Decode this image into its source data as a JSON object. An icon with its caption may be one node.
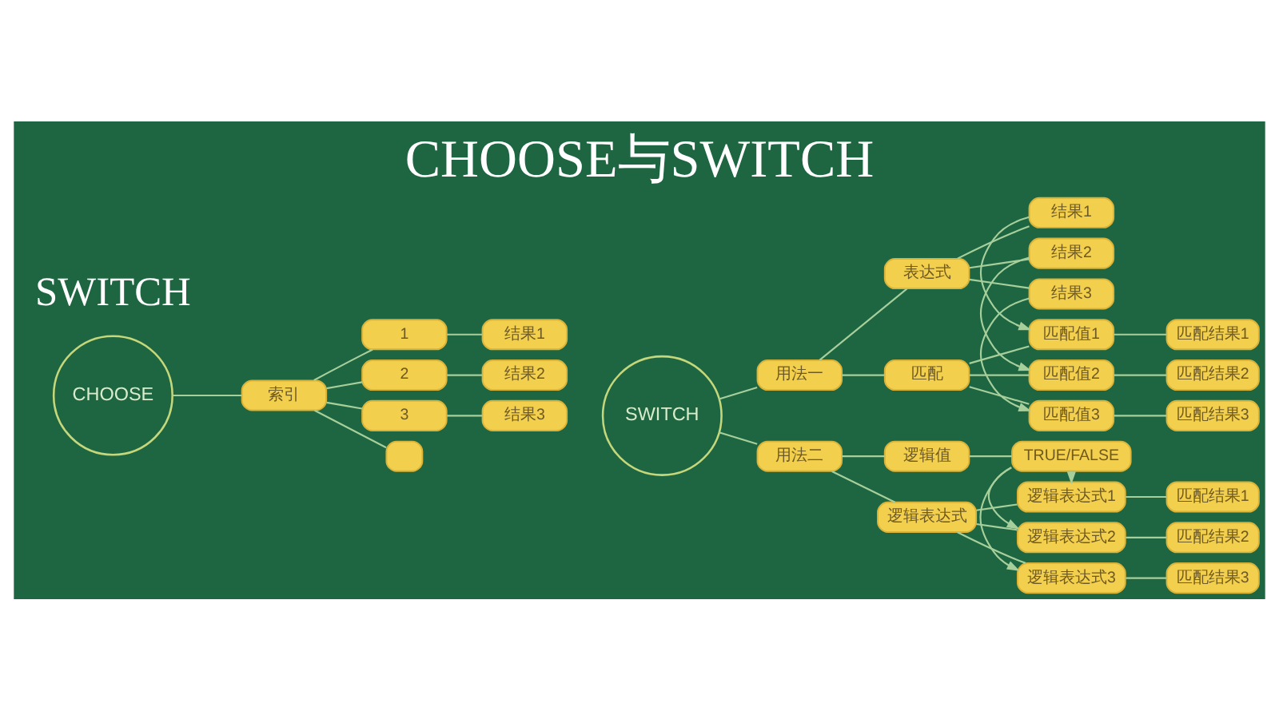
{
  "diagram": {
    "title": "CHOOSE与SWITCH",
    "nodes": [
      {
        "text": [
          "CHOOSE"
        ]
      },
      {
        "text": [
          "索引"
        ]
      },
      {
        "text": [
          "1"
        ]
      },
      {
        "text": [
          "2"
        ]
      },
      {
        "text": [
          "3"
        ]
      },
      {
        "text": [],
        "shape": "box"
      },
      {
        "text": [
          "结果1"
        ]
      },
      {
        "text": [
          "结果2"
        ]
      },
      {
        "text": [
          "结果3"
        ]
      },
      {
        "text": [
          "SWITCH"
        ]
      },
      {
        "text": [
          "用法一"
        ]
      },
      {
        "text": [
          "表达式"
        ]
      },
      {
        "text": [
          "匹配"
        ]
      },
      {
        "text": [
          "结果1"
        ]
      },
      {
        "text": [
          "结果2"
        ]
      },
      {
        "text": [
          "结果3"
        ]
      },
      {
        "text": [
          "匹配值1"
        ]
      },
      {
        "text": [
          "匹配值2"
        ]
      },
      {
        "text": [
          "匹配值3"
        ]
      },
      {
        "text": [
          "匹配结果1"
        ]
      },
      {
        "text": [
          "匹配结果2"
        ]
      },
      {
        "text": [
          "匹配结果3"
        ]
      },
      {
        "text": [
          "用法二"
        ]
      },
      {
        "text": [
          "逻辑值"
        ]
      },
      {
        "text": [
          "逻辑表达式"
        ]
      },
      {
        "text": [
          "TRUE/FALSE"
        ]
      },
      {
        "text": [
          "逻辑表达式1"
        ]
      },
      {
        "text": [
          "逻辑表达式2"
        ]
      },
      {
        "text": [
          "逻辑表达式3"
        ]
      },
      {
        "text": [
          "匹配结果1"
        ]
      },
      {
        "text": [
          "匹配结果2"
        ]
      },
      {
        "text": [
          "匹配结果3"
        ]
      }
    ],
    "edges": [
      {
        "from": 0,
        "to": 1,
        "arrow": "none"
      },
      {
        "from": 1,
        "to": 2,
        "arrow": "none"
      },
      {
        "from": 1,
        "to": 3,
        "arrow": "none"
      },
      {
        "from": 1,
        "to": 4,
        "arrow": "none"
      },
      {
        "from": 1,
        "to": 5,
        "arrow": "none"
      },
      {
        "from": 2,
        "to": 6,
        "arrow": "none"
      },
      {
        "from": 3,
        "to": 7,
        "arrow": "none"
      },
      {
        "from": 4,
        "to": 8,
        "arrow": "none"
      },
      {
        "from": 9,
        "to": 10,
        "arrow": "none"
      },
      {
        "from": 9,
        "to": 22,
        "arrow": "none"
      },
      {
        "from": 10,
        "to": 11,
        "arrow": "none"
      },
      {
        "from": 10,
        "to": 12,
        "arrow": "none"
      },
      {
        "from": 11,
        "to": 13,
        "arrow": "none"
      },
      {
        "from": 11,
        "to": 14,
        "arrow": "none"
      },
      {
        "from": 11,
        "to": 15,
        "arrow": "none"
      },
      {
        "from": 12,
        "to": 16,
        "arrow": "none"
      },
      {
        "from": 12,
        "to": 17,
        "arrow": "none"
      },
      {
        "from": 12,
        "to": 18,
        "arrow": "none"
      },
      {
        "from": 16,
        "to": 19,
        "arrow": "none"
      },
      {
        "from": 17,
        "to": 20,
        "arrow": "none"
      },
      {
        "from": 18,
        "to": 21,
        "arrow": "none"
      },
      {
        "from": 13,
        "to": 16,
        "arrow": "to"
      },
      {
        "from": 14,
        "to": 17,
        "arrow": "to"
      },
      {
        "from": 15,
        "to": 18,
        "arrow": "to"
      },
      {
        "from": 22,
        "to": 23,
        "arrow": "none"
      },
      {
        "from": 22,
        "to": 24,
        "arrow": "none"
      },
      {
        "from": 23,
        "to": 25,
        "arrow": "none"
      },
      {
        "from": 24,
        "to": 26,
        "arrow": "none"
      },
      {
        "from": 24,
        "to": 27,
        "arrow": "none"
      },
      {
        "from": 24,
        "to": 28,
        "arrow": "none"
      },
      {
        "from": 26,
        "to": 29,
        "arrow": "none"
      },
      {
        "from": 27,
        "to": 30,
        "arrow": "none"
      },
      {
        "from": 28,
        "to": 31,
        "arrow": "none"
      },
      {
        "from": 25,
        "to": 26,
        "arrow": "to"
      },
      {
        "from": 25,
        "to": 27,
        "arrow": "to"
      },
      {
        "from": 25,
        "to": 28,
        "arrow": "to"
      }
    ],
    "labels": [
      "SWITCH"
    ]
  }
}
